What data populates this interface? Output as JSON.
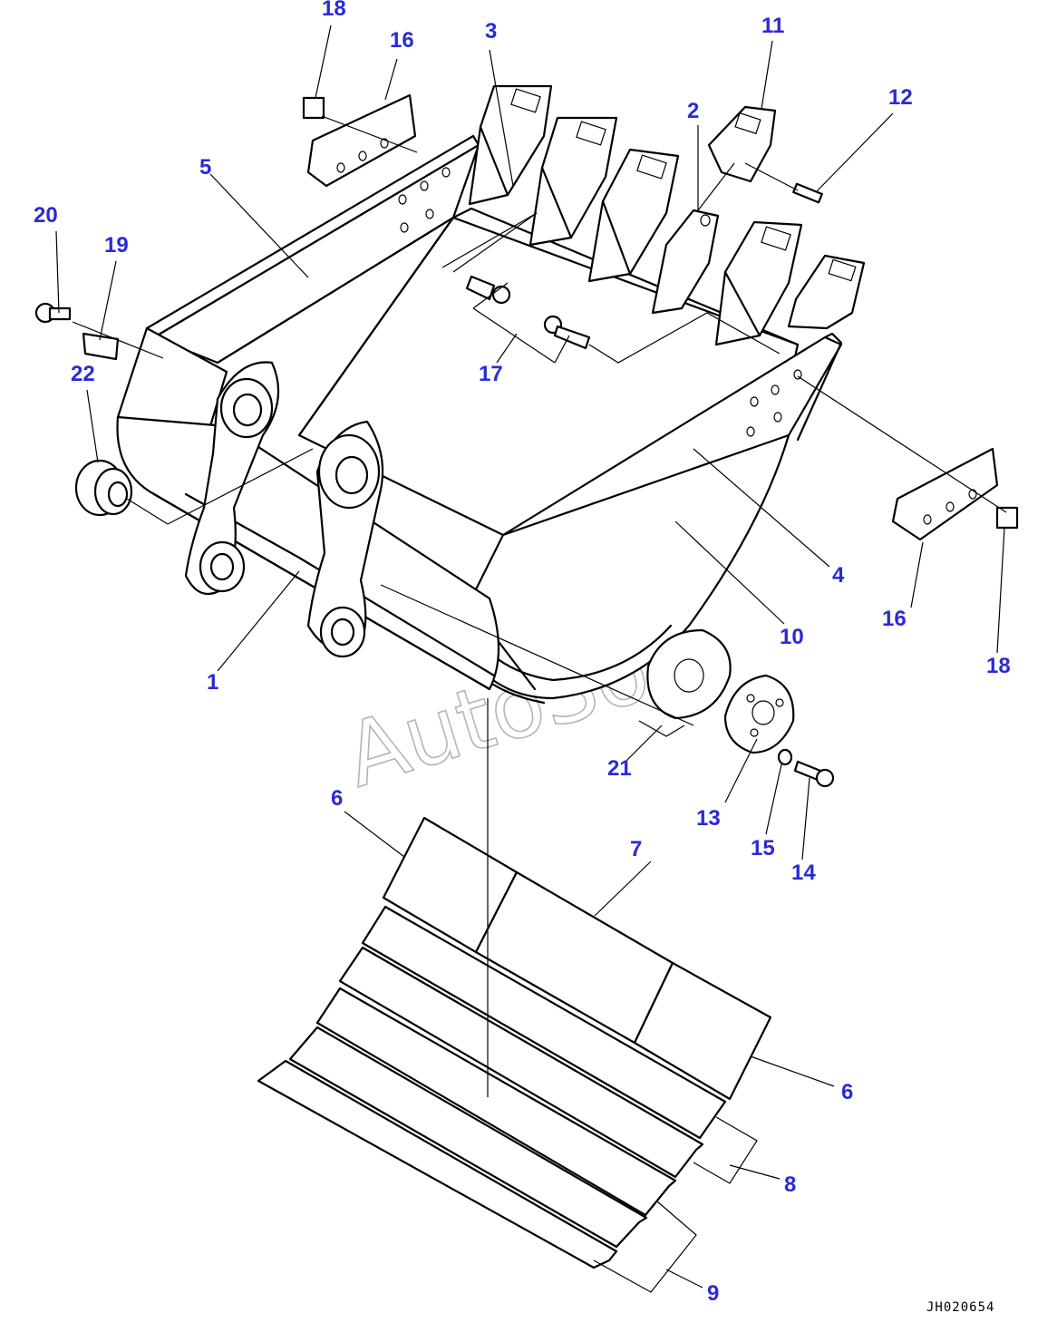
{
  "drawing_code": "JH020654",
  "watermark": "AutoSoft",
  "callouts": {
    "c1": "1",
    "c2": "2",
    "c3": "3",
    "c4": "4",
    "c5": "5",
    "c6a": "6",
    "c6b": "6",
    "c7": "7",
    "c8": "8",
    "c9": "9",
    "c10": "10",
    "c11": "11",
    "c12": "12",
    "c13": "13",
    "c14": "14",
    "c15": "15",
    "c16a": "16",
    "c16b": "16",
    "c17": "17",
    "c18a": "18",
    "c18b": "18",
    "c19": "19",
    "c20": "20",
    "c21": "21",
    "c22": "22"
  },
  "colors": {
    "callout": "#2a2ad6",
    "line": "#000000",
    "watermark": "#b5b5b5"
  }
}
